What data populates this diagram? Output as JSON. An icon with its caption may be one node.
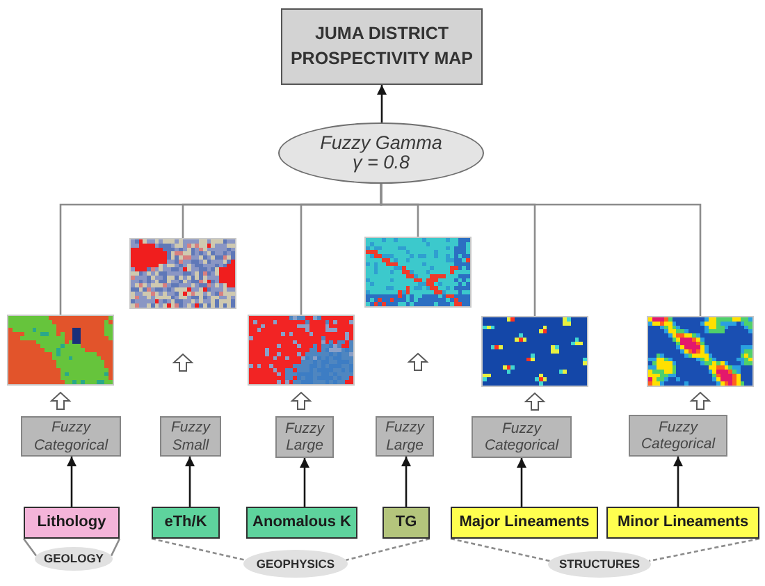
{
  "diagram": {
    "nodes": [
      {
        "text": [
          "JUMA DISTRICT PROSPECTIVITY MAP"
        ]
      },
      {
        "text": [
          "Fuzzy Gamma",
          "γ = 0.8"
        ]
      },
      {
        "text": [],
        "shape": "picture"
      },
      {
        "text": [],
        "shape": "picture"
      },
      {
        "text": [],
        "shape": "picture"
      },
      {
        "text": [],
        "shape": "picture"
      },
      {
        "text": [],
        "shape": "picture"
      },
      {
        "text": [],
        "shape": "picture"
      },
      {
        "text": [
          "Fuzzy Categorical"
        ]
      },
      {
        "text": [
          "Fuzzy Small"
        ]
      },
      {
        "text": [
          "Fuzzy Large"
        ]
      },
      {
        "text": [
          "Fuzzy Large"
        ]
      },
      {
        "text": [
          "Fuzzy Categorical"
        ]
      },
      {
        "text": [
          "Fuzzy Categorical"
        ]
      },
      {
        "text": [
          "Lithology"
        ]
      },
      {
        "text": [
          "eTh/K"
        ]
      },
      {
        "text": [
          "Anomalous K"
        ]
      },
      {
        "text": [
          "TG"
        ]
      },
      {
        "text": [
          "Major Lineaments"
        ]
      },
      {
        "text": [
          "Minor Lineaments"
        ]
      },
      {
        "text": [
          "GEOLOGY"
        ]
      },
      {
        "text": [
          "GEOPHYSICS"
        ]
      },
      {
        "text": [
          "STRUCTURES"
        ]
      }
    ],
    "edges": [
      {
        "from": 1,
        "to": 0,
        "arrow": "to",
        "color": "#151515"
      },
      {
        "from": 2,
        "to": 1,
        "arrow": "none",
        "color": "#8c8c8c"
      },
      {
        "from": 3,
        "to": 1,
        "arrow": "none",
        "color": "#8c8c8c"
      },
      {
        "from": 4,
        "to": 1,
        "arrow": "none",
        "color": "#8c8c8c"
      },
      {
        "from": 5,
        "to": 1,
        "arrow": "none",
        "color": "#8c8c8c"
      },
      {
        "from": 6,
        "to": 1,
        "arrow": "none",
        "color": "#8c8c8c"
      },
      {
        "from": 7,
        "to": 1,
        "arrow": "none",
        "color": "#8c8c8c"
      },
      {
        "from": 8,
        "to": 2,
        "arrow": "to",
        "style": "thick"
      },
      {
        "from": 9,
        "to": 3,
        "arrow": "to",
        "style": "thick"
      },
      {
        "from": 10,
        "to": 4,
        "arrow": "to",
        "style": "thick"
      },
      {
        "from": 11,
        "to": 5,
        "arrow": "to",
        "style": "thick"
      },
      {
        "from": 12,
        "to": 6,
        "arrow": "to",
        "style": "thick"
      },
      {
        "from": 13,
        "to": 7,
        "arrow": "to",
        "style": "thick"
      },
      {
        "from": 14,
        "to": 8,
        "arrow": "to",
        "color": "#151515"
      },
      {
        "from": 15,
        "to": 9,
        "arrow": "to",
        "color": "#151515"
      },
      {
        "from": 16,
        "to": 10,
        "arrow": "to",
        "color": "#151515"
      },
      {
        "from": 17,
        "to": 11,
        "arrow": "to",
        "color": "#151515"
      },
      {
        "from": 18,
        "to": 12,
        "arrow": "to",
        "color": "#151515"
      },
      {
        "from": 19,
        "to": 13,
        "arrow": "to",
        "color": "#151515"
      },
      {
        "from": 14,
        "to": 20,
        "arrow": "none",
        "color": "#8c8c8c"
      },
      {
        "from": 14,
        "to": 20,
        "arrow": "none",
        "color": "#8c8c8c"
      },
      {
        "from": 15,
        "to": 21,
        "arrow": "none",
        "style": "dashed",
        "color": "#8c8c8c"
      },
      {
        "from": 17,
        "to": 21,
        "arrow": "none",
        "style": "dashed",
        "color": "#8c8c8c"
      },
      {
        "from": 18,
        "to": 22,
        "arrow": "none",
        "style": "dashed",
        "color": "#8c8c8c"
      },
      {
        "from": 19,
        "to": 22,
        "arrow": "none",
        "style": "dashed",
        "color": "#8c8c8c"
      }
    ]
  }
}
